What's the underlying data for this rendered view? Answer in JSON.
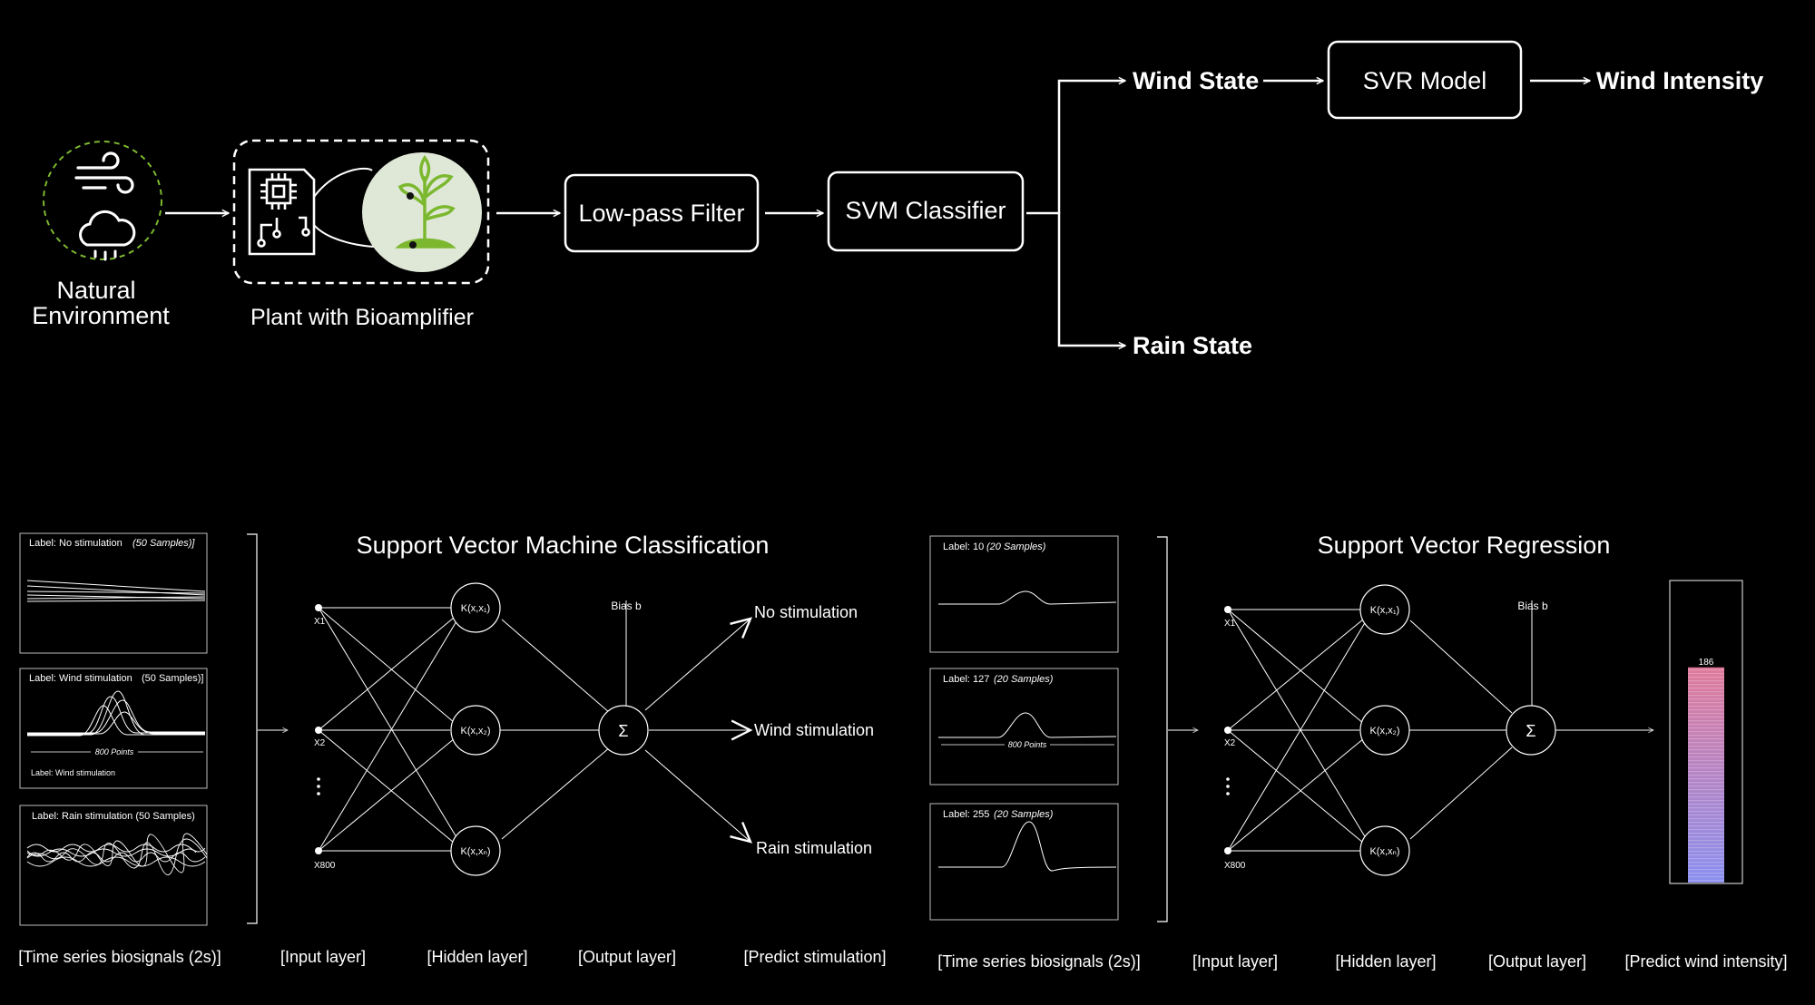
{
  "pipeline": {
    "natural_environment": [
      "Natural",
      "Environment"
    ],
    "plant_label": "Plant with Bioamplifier",
    "lowpass": "Low-pass Filter",
    "svm": "SVM Classifier",
    "wind_state": "Wind State",
    "svr": "SVR Model",
    "wind_intensity": "Wind Intensity",
    "rain_state": "Rain State",
    "icons": [
      "wind-icon",
      "rain-cloud-icon",
      "circuit-board-icon",
      "plant-icon"
    ]
  },
  "svm_section": {
    "title": "Support Vector Machine Classification",
    "plots": [
      {
        "label_main": "Label: No stimulation",
        "label_italic": "(50 Samples)]",
        "label_tail": ""
      },
      {
        "label_main": "Label: Wind stimulation",
        "label_italic": "",
        "label_tail": "(50 Samples)]",
        "inner_label": "Label: Wind stimulation",
        "points": "800 Points"
      },
      {
        "label_main": "Label: Rain stimulation (50 Samples)",
        "label_italic": "",
        "label_tail": ""
      }
    ],
    "inputs": [
      "X1",
      "X2",
      "X800"
    ],
    "hidden": [
      "K(x,x₁)",
      "K(x,x₂)",
      "K(x,xₙ)"
    ],
    "sum": "Σ",
    "bias": "Bias b",
    "outputs": [
      "No stimulation",
      "Wind stimulation",
      "Rain stimulation"
    ],
    "captions": [
      "[Time series biosignals (2s)]",
      "[Input layer]",
      "[Hidden layer]",
      "[Output layer]",
      "[Predict stimulation]"
    ]
  },
  "svr_section": {
    "title": "Support Vector Regression",
    "plots": [
      {
        "label_main": "Label: 10",
        "label_italic": "(20 Samples)"
      },
      {
        "label_main": "Label: 127",
        "label_italic": "(20 Samples)",
        "points": "800 Points"
      },
      {
        "label_main": "Label: 255",
        "label_italic": "(20 Samples)"
      }
    ],
    "inputs": [
      "X1",
      "X2",
      "X800"
    ],
    "hidden": [
      "K(x,x₁)",
      "K(x,x₂)",
      "K(x,xₙ)"
    ],
    "sum": "Σ",
    "bias": "Bias b",
    "bar_value": "186",
    "bar_level": 0.73,
    "captions": [
      "[Time series biosignals (2s)]",
      "[Input layer]",
      "[Hidden layer]",
      "[Output layer]",
      "[Predict wind intensity]"
    ]
  },
  "colors": {
    "background": "#000000",
    "foreground": "#ffffff",
    "plant_green": "#7cb82f",
    "bar_top": "#e07a9a",
    "bar_bottom": "#8a8ff0"
  }
}
